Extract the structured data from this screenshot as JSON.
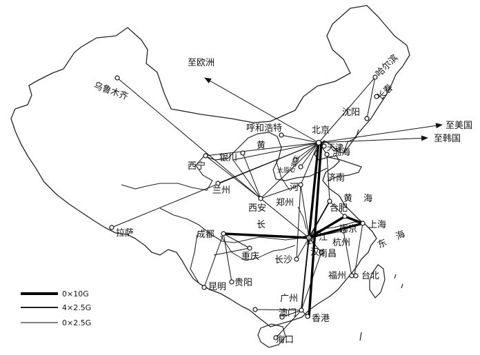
{
  "destinations": {
    "europe": "至欧洲",
    "usa": "至美国",
    "korea": "至韩国"
  },
  "cities": {
    "urumqi": "乌鲁木齐",
    "harbin": "哈尔滨",
    "changchun": "长春",
    "shenyang": "沈阳",
    "hohhot": "呼和浩特",
    "beijing": "北京",
    "tianjin": "天津",
    "yinchuan": "银川",
    "xining": "西宁",
    "lanzhou": "兰州",
    "taiyuan": "太原",
    "shijiazhuang": "石家庄",
    "jinan": "济南",
    "zhengzhou": "郑州",
    "xian": "西安",
    "lhasa": "拉萨",
    "chengdu": "成都",
    "chongqing": "重庆",
    "wuhan": "武汉",
    "hefei": "合肥",
    "nanjing": "南京",
    "shanghai": "上海",
    "hangzhou": "杭州",
    "nanchang": "南昌",
    "changsha": "长沙",
    "fuzhou": "福州",
    "taipei": "台北",
    "kunming": "昆明",
    "guiyang": "贵阳",
    "guangzhou": "广州",
    "macau": "澳门",
    "hongkong": "香港",
    "haikou": "海口"
  },
  "water": {
    "huang": "黄",
    "he": "河",
    "chang": "长",
    "jiang": "江",
    "bohai": "渤海",
    "huanghai": "黄 海",
    "donghai": "东 海"
  },
  "legend": {
    "heavy": "0×10G",
    "medium": "4×2.5G",
    "light": "0×2.5G"
  }
}
